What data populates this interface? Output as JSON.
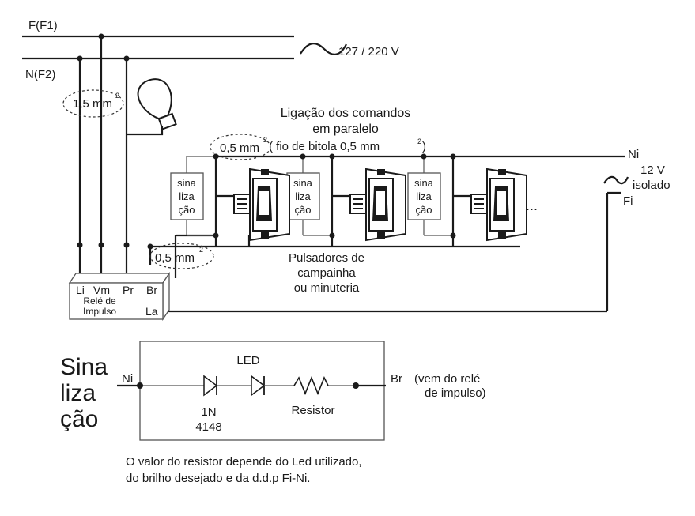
{
  "power": {
    "phase_label": "F(F1)",
    "neutral_label": "N(F2)",
    "voltage_label": "127 / 220 V"
  },
  "wire_gauges": {
    "main": "1,5 mm",
    "main_sup": "2",
    "commands": "0,5 mm",
    "commands_sup": "2",
    "lower": "0,5 mm",
    "lower_sup": "2"
  },
  "commands": {
    "title_line1": "Ligação dos comandos",
    "title_line2": "em paralelo",
    "gauge_note": "( fio de bitola  0,5 mm",
    "gauge_note_sup": "2",
    "gauge_note_close": ")"
  },
  "low_voltage": {
    "ni_label": "Ni",
    "voltage_line1": "12 V",
    "voltage_line2": "isolado",
    "fi_label": "Fi"
  },
  "signal_box": {
    "lines": [
      "sina",
      "liza",
      "ção"
    ]
  },
  "ellipsis": "...",
  "pushbuttons": {
    "line1": "Pulsadores de",
    "line2": "campainha",
    "line3": "ou minuteria"
  },
  "relay": {
    "terminals": [
      "Li",
      "Vm",
      "Pr",
      "Br"
    ],
    "name_line1": "Relé de",
    "name_line2": "Impulso",
    "la_label": "La"
  },
  "detail": {
    "title_lines": [
      "Sina",
      "liza",
      "ção"
    ],
    "ni_label": "Ni",
    "br_label": "Br",
    "br_note_line1": "(vem do relé",
    "br_note_line2": "de impulso)",
    "diode_line1": "1N",
    "diode_line2": "4148",
    "led_label": "LED",
    "resistor_label": "Resistor"
  },
  "note": {
    "line1": "O valor do resistor depende do Led utilizado,",
    "line2": "do brilho desejado e da d.d.p Fi-Ni."
  }
}
